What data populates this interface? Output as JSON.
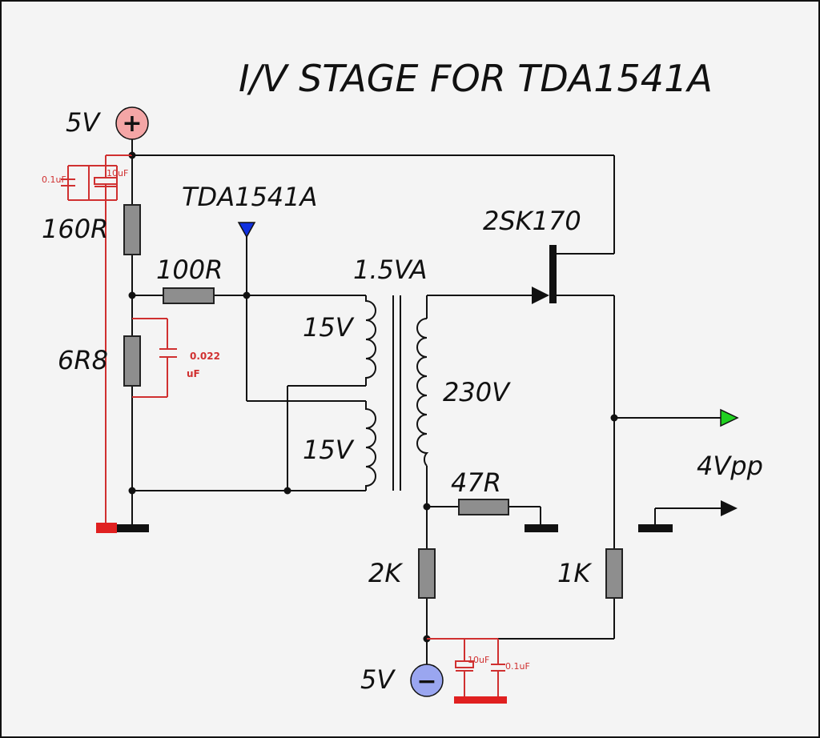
{
  "title": "I/V STAGE FOR TDA1541A",
  "labels": {
    "supply_pos": "5V",
    "supply_neg": "5V",
    "chip": "TDA1541A",
    "r_160": "160R",
    "r_100": "100R",
    "r_6r8": "6R8",
    "transformer": "1.5VA",
    "primary_top": "15V",
    "primary_bottom": "15V",
    "secondary": "230V",
    "jfet": "2SK170",
    "r_47": "47R",
    "r_2k": "2K",
    "r_1k": "1K",
    "output": "4Vpp"
  },
  "caps": {
    "top_small": "0.1uF",
    "top_elec": "10uF",
    "mid_line1": "0.022",
    "mid_line2": "uF",
    "bottom_elec": "10uF",
    "bottom_small": "0.1uF"
  },
  "symbols": {
    "plus": "+",
    "minus": "−"
  },
  "colors": {
    "wire": "#111111",
    "resistor_fill": "#8e8e8e",
    "decoupling": "#d03030",
    "supply_pos_fill": "#f4a6a6",
    "supply_neg_fill": "#9aa6f0",
    "input_marker": "#1030e0",
    "output_marker": "#20d020",
    "background": "#f4f4f4"
  }
}
